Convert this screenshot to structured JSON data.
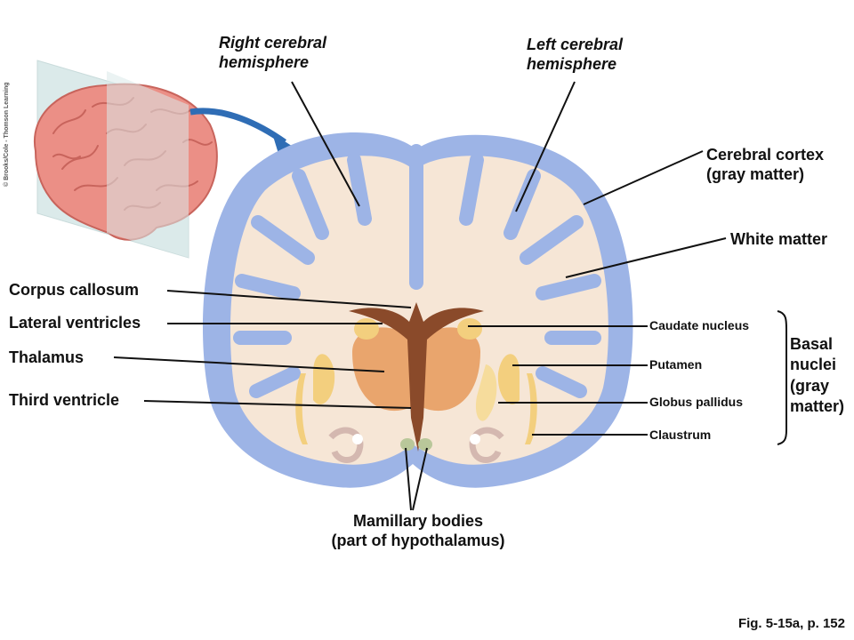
{
  "labels": {
    "right_hemisphere": [
      "Right cerebral",
      "hemisphere"
    ],
    "left_hemisphere": [
      "Left cerebral",
      "hemisphere"
    ],
    "cerebral_cortex": [
      "Cerebral cortex",
      "(gray matter)"
    ],
    "white_matter": "White matter",
    "corpus_callosum": "Corpus callosum",
    "lateral_ventricles": "Lateral ventricles",
    "thalamus": "Thalamus",
    "third_ventricle": "Third ventricle",
    "caudate_nucleus": "Caudate nucleus",
    "putamen": "Putamen",
    "globus_pallidus": "Globus pallidus",
    "claustrum": "Claustrum",
    "basal_nuclei": [
      "Basal",
      "nuclei",
      "(gray",
      "matter)"
    ],
    "mamillary_bodies": [
      "Mamillary bodies",
      "(part of hypothalamus)"
    ]
  },
  "copyright": "© Brooks/Cole - Thomson Learning",
  "figure_caption": "Fig. 5-15a, p. 152",
  "colors": {
    "cortex": "#9db4e6",
    "white_matter": "#f6e6d6",
    "ventricle": "#8a4a2a",
    "thalamus": "#e9a56d",
    "basal": "#f3cf7e",
    "brain_pink": "#eb8f86",
    "arrow": "#2f6db5"
  }
}
